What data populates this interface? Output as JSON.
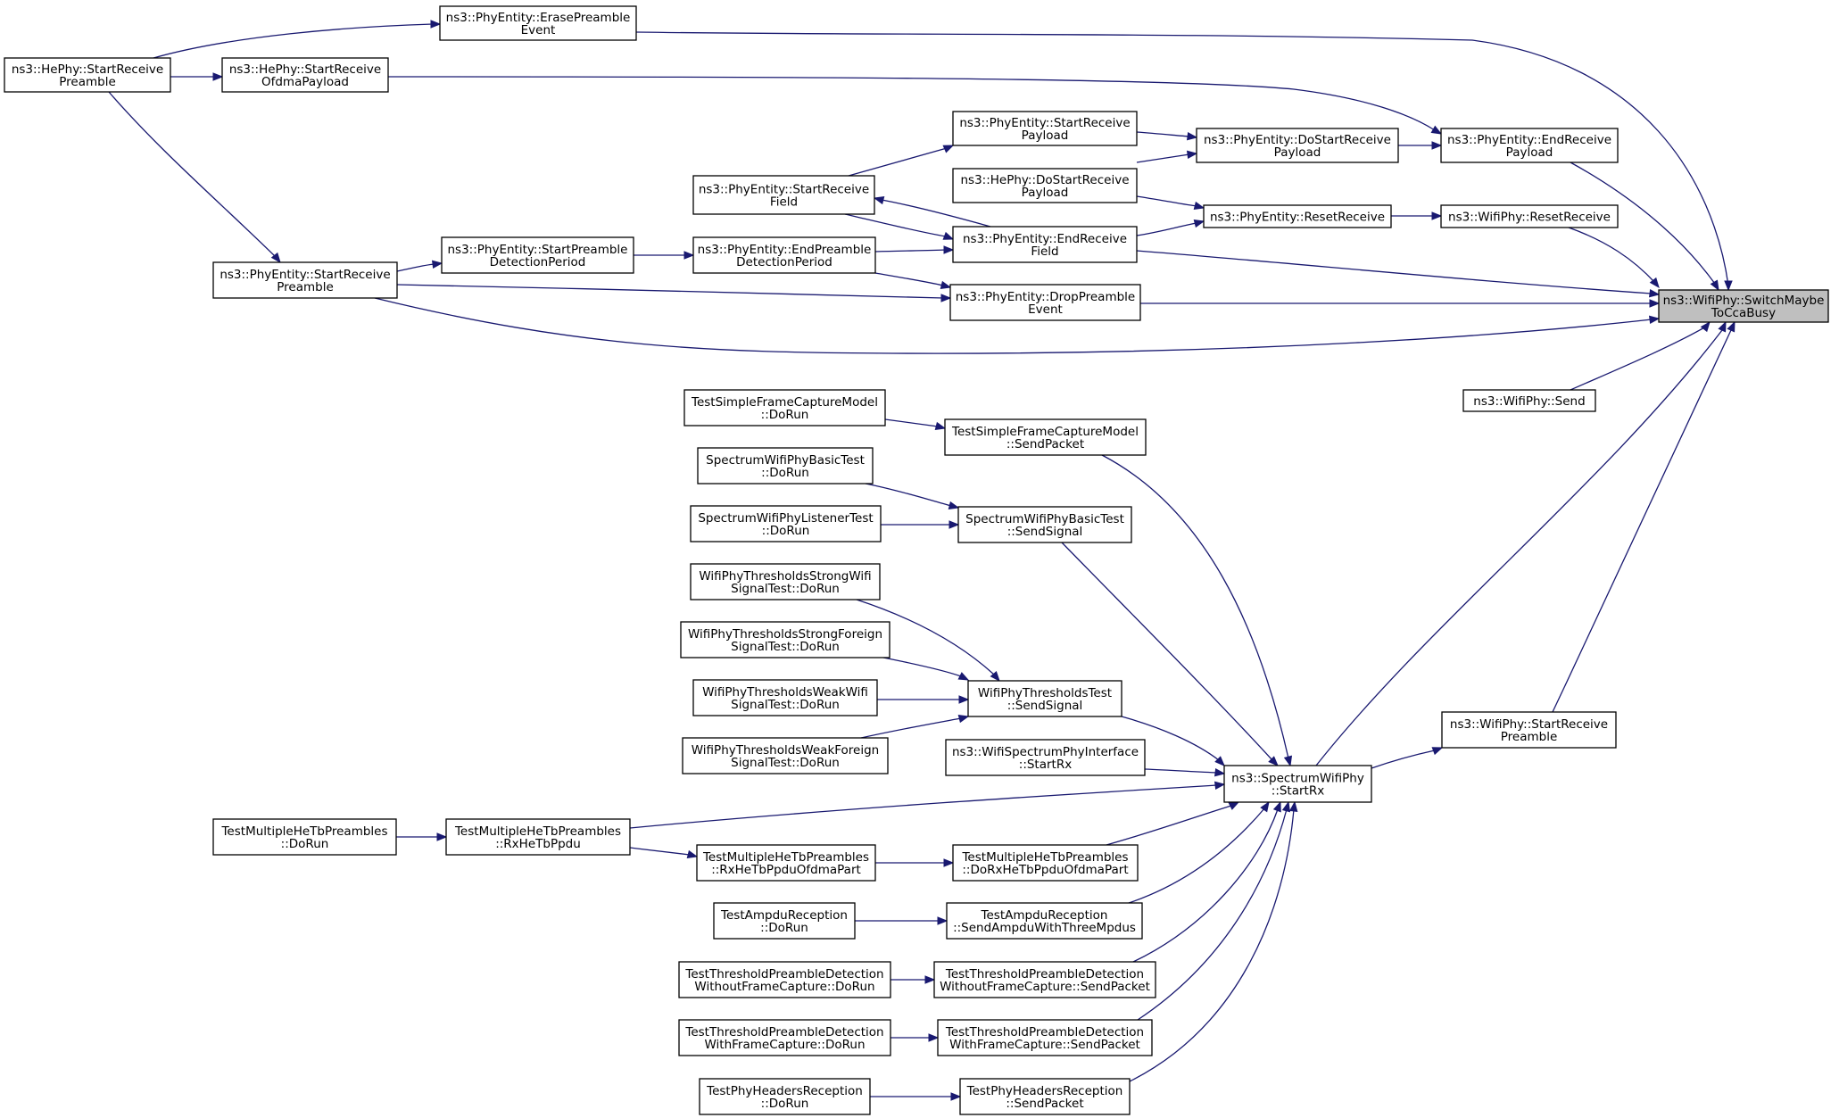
{
  "colors": {
    "edge": "#191970",
    "root_fill": "#bfbfbf",
    "node_fill": "#ffffff",
    "node_border": "#000000"
  },
  "nodes": {
    "switch_maybe_to_cca_busy": [
      "ns3::WifiPhy::SwitchMaybe",
      "ToCcaBusy"
    ],
    "erase_preamble_event": [
      "ns3::PhyEntity::ErasePreamble",
      "Event"
    ],
    "hephy_start_receive_preamble": [
      "ns3::HePhy::StartReceive",
      "Preamble"
    ],
    "hephy_start_receive_ofdma_payload": [
      "ns3::HePhy::StartReceive",
      "OfdmaPayload"
    ],
    "phyentity_start_receive_payload": [
      "ns3::PhyEntity::StartReceive",
      "Payload"
    ],
    "phyentity_do_start_receive_payload": [
      "ns3::PhyEntity::DoStartReceive",
      "Payload"
    ],
    "phyentity_end_receive_payload": [
      "ns3::PhyEntity::EndReceive",
      "Payload"
    ],
    "hephy_do_start_receive_payload": [
      "ns3::HePhy::DoStartReceive",
      "Payload"
    ],
    "phyentity_start_receive_field": [
      "ns3::PhyEntity::StartReceive",
      "Field"
    ],
    "phyentity_reset_receive": [
      "ns3::PhyEntity::ResetReceive"
    ],
    "wifiphy_reset_receive": [
      "ns3::WifiPhy::ResetReceive"
    ],
    "phyentity_start_receive_preamble": [
      "ns3::PhyEntity::StartReceive",
      "Preamble"
    ],
    "phyentity_start_preamble_detection_period": [
      "ns3::PhyEntity::StartPreamble",
      "DetectionPeriod"
    ],
    "phyentity_end_preamble_detection_period": [
      "ns3::PhyEntity::EndPreamble",
      "DetectionPeriod"
    ],
    "phyentity_end_receive_field": [
      "ns3::PhyEntity::EndReceive",
      "Field"
    ],
    "phyentity_drop_preamble_event": [
      "ns3::PhyEntity::DropPreamble",
      "Event"
    ],
    "wifiphy_send": [
      "ns3::WifiPhy::Send"
    ],
    "test_simple_frame_capture_dorun": [
      "TestSimpleFrameCaptureModel",
      "::DoRun"
    ],
    "test_simple_frame_capture_sendpacket": [
      "TestSimpleFrameCaptureModel",
      "::SendPacket"
    ],
    "spectrum_basic_test_dorun": [
      "SpectrumWifiPhyBasicTest",
      "::DoRun"
    ],
    "spectrum_listener_test_dorun": [
      "SpectrumWifiPhyListenerTest",
      "::DoRun"
    ],
    "spectrum_basic_test_sendsignal": [
      "SpectrumWifiPhyBasicTest",
      "::SendSignal"
    ],
    "thresholds_strong_wifi_dorun": [
      "WifiPhyThresholdsStrongWifi",
      "SignalTest::DoRun"
    ],
    "thresholds_strong_foreign_dorun": [
      "WifiPhyThresholdsStrongForeign",
      "SignalTest::DoRun"
    ],
    "thresholds_weak_wifi_dorun": [
      "WifiPhyThresholdsWeakWifi",
      "SignalTest::DoRun"
    ],
    "thresholds_weak_foreign_dorun": [
      "WifiPhyThresholdsWeakForeign",
      "SignalTest::DoRun"
    ],
    "thresholds_test_sendsignal": [
      "WifiPhyThresholdsTest",
      "::SendSignal"
    ],
    "wifi_spectrum_phy_interface_startrx": [
      "ns3::WifiSpectrumPhyInterface",
      "::StartRx"
    ],
    "spectrum_wifi_phy_startrx": [
      "ns3::SpectrumWifiPhy",
      "::StartRx"
    ],
    "wifiphy_start_receive_preamble": [
      "ns3::WifiPhy::StartReceive",
      "Preamble"
    ],
    "multi_he_tb_dorun": [
      "TestMultipleHeTbPreambles",
      "::DoRun"
    ],
    "multi_he_tb_rxhetbppdu": [
      "TestMultipleHeTbPreambles",
      "::RxHeTbPpdu"
    ],
    "multi_he_tb_rx_ofdma_part": [
      "TestMultipleHeTbPreambles",
      "::RxHeTbPpduOfdmaPart"
    ],
    "multi_he_tb_do_rx_ofdma_part": [
      "TestMultipleHeTbPreambles",
      "::DoRxHeTbPpduOfdmaPart"
    ],
    "ampdu_reception_dorun": [
      "TestAmpduReception",
      "::DoRun"
    ],
    "ampdu_reception_send": [
      "TestAmpduReception",
      "::SendAmpduWithThreeMpdus"
    ],
    "threshold_without_capture_dorun": [
      "TestThresholdPreambleDetection",
      "WithoutFrameCapture::DoRun"
    ],
    "threshold_without_capture_send": [
      "TestThresholdPreambleDetection",
      "WithoutFrameCapture::SendPacket"
    ],
    "threshold_with_capture_dorun": [
      "TestThresholdPreambleDetection",
      "WithFrameCapture::DoRun"
    ],
    "threshold_with_capture_send": [
      "TestThresholdPreambleDetection",
      "WithFrameCapture::SendPacket"
    ],
    "phy_headers_reception_dorun": [
      "TestPhyHeadersReception",
      "::DoRun"
    ],
    "phy_headers_reception_send": [
      "TestPhyHeadersReception",
      "::SendPacket"
    ]
  },
  "edges": [
    [
      "erase_preamble_event",
      "switch_maybe_to_cca_busy"
    ],
    [
      "hephy_start_receive_preamble",
      "erase_preamble_event"
    ],
    [
      "hephy_start_receive_preamble",
      "hephy_start_receive_ofdma_payload"
    ],
    [
      "hephy_start_receive_preamble",
      "phyentity_start_receive_preamble"
    ],
    [
      "hephy_start_receive_ofdma_payload",
      "phyentity_end_receive_payload"
    ],
    [
      "phyentity_end_receive_payload",
      "switch_maybe_to_cca_busy"
    ],
    [
      "phyentity_do_start_receive_payload",
      "phyentity_end_receive_payload"
    ],
    [
      "phyentity_start_receive_payload",
      "phyentity_do_start_receive_payload"
    ],
    [
      "phyentity_start_receive_field",
      "phyentity_start_receive_payload"
    ],
    [
      "phyentity_end_receive_field",
      "phyentity_do_start_receive_payload"
    ],
    [
      "phyentity_end_receive_field",
      "phyentity_start_receive_field"
    ],
    [
      "phyentity_start_receive_field",
      "phyentity_end_receive_field"
    ],
    [
      "hephy_do_start_receive_payload",
      "phyentity_reset_receive"
    ],
    [
      "phyentity_end_receive_field",
      "phyentity_reset_receive"
    ],
    [
      "phyentity_reset_receive",
      "wifiphy_reset_receive"
    ],
    [
      "wifiphy_reset_receive",
      "switch_maybe_to_cca_busy"
    ],
    [
      "phyentity_end_receive_field",
      "switch_maybe_to_cca_busy"
    ],
    [
      "phyentity_start_receive_preamble",
      "phyentity_start_preamble_detection_period"
    ],
    [
      "phyentity_start_preamble_detection_period",
      "phyentity_end_preamble_detection_period"
    ],
    [
      "phyentity_end_preamble_detection_period",
      "phyentity_end_receive_field"
    ],
    [
      "phyentity_end_preamble_detection_period",
      "phyentity_drop_preamble_event"
    ],
    [
      "phyentity_start_receive_preamble",
      "phyentity_drop_preamble_event"
    ],
    [
      "phyentity_drop_preamble_event",
      "switch_maybe_to_cca_busy"
    ],
    [
      "phyentity_start_receive_preamble",
      "switch_maybe_to_cca_busy"
    ],
    [
      "wifiphy_send",
      "switch_maybe_to_cca_busy"
    ],
    [
      "spectrum_wifi_phy_startrx",
      "switch_maybe_to_cca_busy"
    ],
    [
      "wifiphy_start_receive_preamble",
      "switch_maybe_to_cca_busy"
    ],
    [
      "spectrum_wifi_phy_startrx",
      "wifiphy_start_receive_preamble"
    ],
    [
      "test_simple_frame_capture_dorun",
      "test_simple_frame_capture_sendpacket"
    ],
    [
      "test_simple_frame_capture_sendpacket",
      "spectrum_wifi_phy_startrx"
    ],
    [
      "spectrum_basic_test_dorun",
      "spectrum_basic_test_sendsignal"
    ],
    [
      "spectrum_listener_test_dorun",
      "spectrum_basic_test_sendsignal"
    ],
    [
      "spectrum_basic_test_sendsignal",
      "spectrum_wifi_phy_startrx"
    ],
    [
      "thresholds_strong_wifi_dorun",
      "thresholds_test_sendsignal"
    ],
    [
      "thresholds_strong_foreign_dorun",
      "thresholds_test_sendsignal"
    ],
    [
      "thresholds_weak_wifi_dorun",
      "thresholds_test_sendsignal"
    ],
    [
      "thresholds_weak_foreign_dorun",
      "thresholds_test_sendsignal"
    ],
    [
      "thresholds_test_sendsignal",
      "spectrum_wifi_phy_startrx"
    ],
    [
      "wifi_spectrum_phy_interface_startrx",
      "spectrum_wifi_phy_startrx"
    ],
    [
      "multi_he_tb_dorun",
      "multi_he_tb_rxhetbppdu"
    ],
    [
      "multi_he_tb_rxhetbppdu",
      "spectrum_wifi_phy_startrx"
    ],
    [
      "multi_he_tb_rxhetbppdu",
      "multi_he_tb_rx_ofdma_part"
    ],
    [
      "multi_he_tb_rx_ofdma_part",
      "multi_he_tb_do_rx_ofdma_part"
    ],
    [
      "multi_he_tb_do_rx_ofdma_part",
      "spectrum_wifi_phy_startrx"
    ],
    [
      "ampdu_reception_dorun",
      "ampdu_reception_send"
    ],
    [
      "ampdu_reception_send",
      "spectrum_wifi_phy_startrx"
    ],
    [
      "threshold_without_capture_dorun",
      "threshold_without_capture_send"
    ],
    [
      "threshold_without_capture_send",
      "spectrum_wifi_phy_startrx"
    ],
    [
      "threshold_with_capture_dorun",
      "threshold_with_capture_send"
    ],
    [
      "threshold_with_capture_send",
      "spectrum_wifi_phy_startrx"
    ],
    [
      "phy_headers_reception_dorun",
      "phy_headers_reception_send"
    ],
    [
      "phy_headers_reception_send",
      "spectrum_wifi_phy_startrx"
    ]
  ]
}
